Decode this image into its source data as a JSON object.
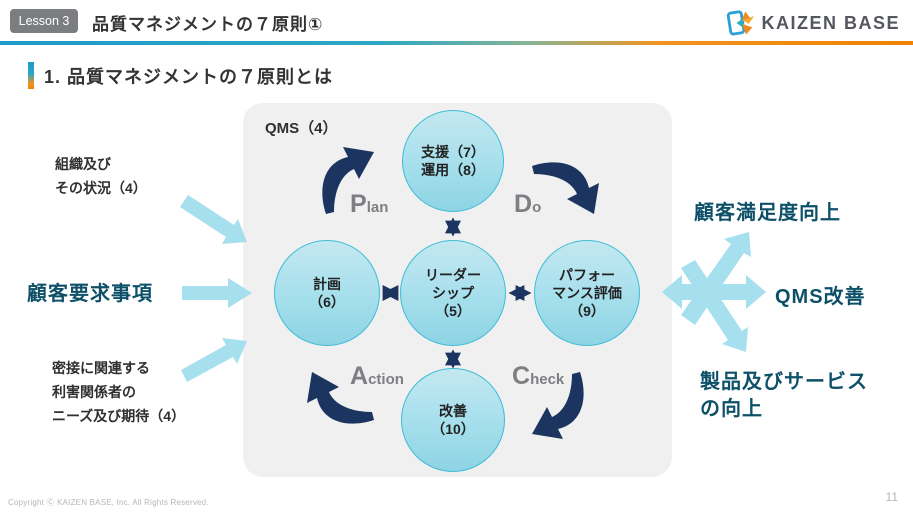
{
  "header": {
    "lesson_badge": "Lesson 3",
    "title": "品質マネジメントの７原則①",
    "logo_text": "KAIZEN BASE"
  },
  "section": {
    "heading": "1. 品質マネジメントの７原則とは"
  },
  "diagram": {
    "qms_label": "QMS（4）",
    "circles": [
      {
        "id": "support-operation",
        "lines": [
          "支援（7）",
          "運用（8）"
        ]
      },
      {
        "id": "planning",
        "lines": [
          "計画",
          "（6）"
        ]
      },
      {
        "id": "leadership",
        "lines": [
          "リーダー",
          "シップ",
          "（5）"
        ]
      },
      {
        "id": "performance-eval",
        "lines": [
          "パフォー",
          "マンス評価",
          "（9）"
        ]
      },
      {
        "id": "improvement",
        "lines": [
          "改善",
          "（10）"
        ]
      }
    ],
    "pdca": [
      {
        "initial": "P",
        "rest": "lan"
      },
      {
        "initial": "D",
        "rest": "o"
      },
      {
        "initial": "C",
        "rest": "heck"
      },
      {
        "initial": "A",
        "rest": "ction"
      }
    ]
  },
  "left_labels": {
    "organization": [
      "組織及び",
      "その状況（4）"
    ],
    "customer_requirements": "顧客要求事項",
    "stakeholders": [
      "密接に関連する",
      "利害関係者の",
      "ニーズ及び期待（4）"
    ]
  },
  "right_labels": {
    "customer_satisfaction": "顧客満足度向上",
    "qms_improvement": "QMS改善",
    "products_services": [
      "製品及びサービス",
      "の向上"
    ]
  },
  "footer": {
    "copyright": "Copyright Ⓒ  KAIZEN BASE, Inc.  All Rights Reserved.",
    "page_number": "11"
  },
  "colors": {
    "navy_arrow": "#1b3560",
    "light_blue_arrow": "#a6dfee",
    "teal_text": "#0d5068",
    "circle_border": "#3ebcd6",
    "accent_blue": "#1d9bc9",
    "accent_orange": "#ee8301"
  }
}
